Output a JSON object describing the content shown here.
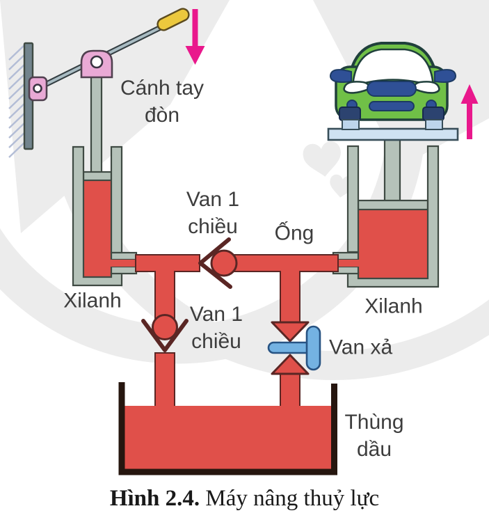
{
  "labels": {
    "lever_arm": {
      "line1": "Cánh tay",
      "line2": "đòn"
    },
    "check_valve_top": {
      "line1": "Van 1",
      "line2": "chiều"
    },
    "pipe": "Ống",
    "cylinder_left": "Xilanh",
    "cylinder_right": "Xilanh",
    "check_valve_bottom": {
      "line1": "Van 1",
      "line2": "chiều"
    },
    "release_valve": "Van xả",
    "oil_tank": {
      "line1": "Thùng",
      "line2": "dầu"
    }
  },
  "caption": {
    "number": "Hình 2.4.",
    "title": " Máy nâng thuỷ lực"
  },
  "colors": {
    "fluid_red": "#e0504a",
    "pipe_outline": "#5a2624",
    "metal_gray": "#b5c2b9",
    "metal_outline": "#3f4a43",
    "wall_gray": "#72848d",
    "hatch_blue": "#b3bdd6",
    "pink": "#e9a9d5",
    "pink_outline": "#50404f",
    "yellow": "#ecc83d",
    "yellow_outline": "#5c4b1e",
    "magenta": "#e9188c",
    "car_green": "#70c047",
    "car_outline": "#20403c",
    "car_blue": "#2f5096",
    "car_blue_outline": "#1c3a63",
    "platform_blue": "#cfe2f2",
    "platform_outline": "#384e59",
    "handle_blue": "#74b2e2",
    "handle_outline": "#275383",
    "tank_outline": "#26160f",
    "label_text": "#3d3d3d",
    "caption_text": "#191919",
    "watermark": "#ececec"
  }
}
